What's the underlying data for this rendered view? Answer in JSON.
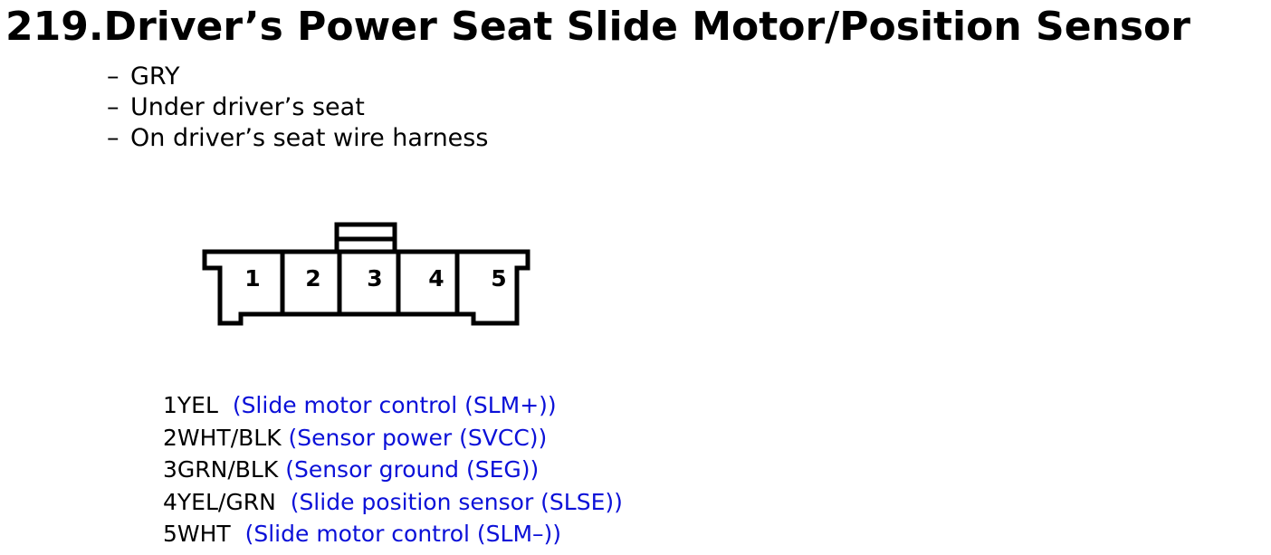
{
  "title": "219.Driver’s Power Seat Slide Motor/Position Sensor",
  "notes": [
    "GRY",
    "Under driver’s seat",
    "On driver’s seat wire harness"
  ],
  "bullet": "–",
  "connector": {
    "pin_labels": [
      "1",
      "2",
      "3",
      "4",
      "5"
    ]
  },
  "pins": [
    {
      "label": "1YEL",
      "description": "(Slide motor control (SLM+))"
    },
    {
      "label": "2WHT/BLK",
      "description": "(Sensor power (SVCC))"
    },
    {
      "label": "3GRN/BLK",
      "description": "(Sensor ground (SEG))"
    },
    {
      "label": "4YEL/GRN",
      "description": "(Slide position sensor (SLSE))"
    },
    {
      "label": "5WHT",
      "description": "(Slide motor control (SLM–))"
    }
  ],
  "colors": {
    "text": "#000000",
    "pin_description": "#0b10d8"
  }
}
